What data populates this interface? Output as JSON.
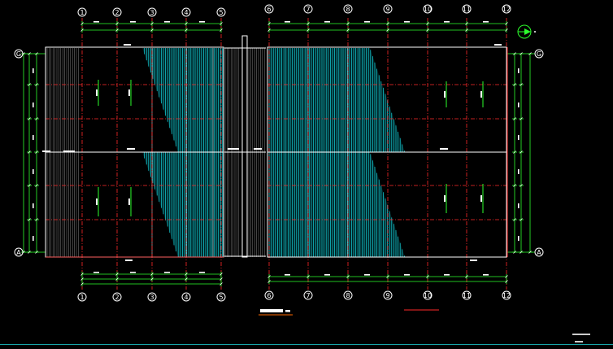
{
  "drawing": {
    "top_axes_left": [
      "1",
      "2",
      "3",
      "4",
      "5"
    ],
    "top_axes_right": [
      "6",
      "7",
      "8",
      "9",
      "10",
      "11",
      "12"
    ],
    "bottom_axes_left": [
      "1",
      "2",
      "3",
      "4",
      "5"
    ],
    "bottom_axes_right": [
      "6",
      "7",
      "8",
      "9",
      "10",
      "11",
      "12"
    ],
    "row_axes_left": [
      "G",
      "A"
    ],
    "row_axes_right": [
      "G",
      "A"
    ]
  },
  "colors": {
    "background": "#000000",
    "axis_bubble": "#ffffff",
    "grid_lines": "#ff2a2a",
    "dimension_lines": "#2cff2c",
    "roof_panels": "#15d6df",
    "building_outline": "#ffffff"
  },
  "icons": [
    "north-arrow-icon"
  ]
}
